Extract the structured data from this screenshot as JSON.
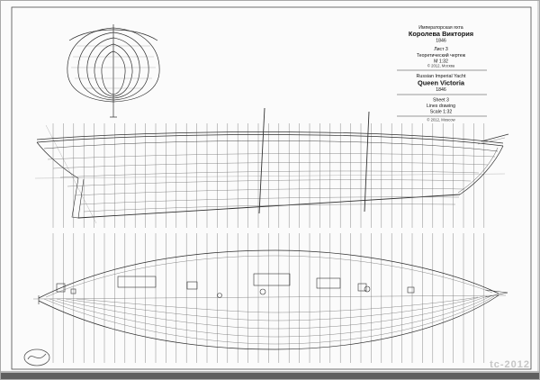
{
  "title_block": {
    "ru": {
      "type": "Императорская яхта",
      "name": "Королева Виктория",
      "year": "1846",
      "sheet": "Лист 3",
      "drawing": "Теоретический чертеж",
      "scale": "М 1:32",
      "copyright": "© 2012, Москва"
    },
    "en": {
      "type": "Russian Imperial Yacht",
      "name": "Queen Victoria",
      "year": "1846",
      "sheet": "Sheet 3",
      "drawing": "Lines drawing",
      "scale": "Scale 1:32",
      "copyright": "© 2012, Moscow"
    }
  },
  "watermark": "tc-2012",
  "colors": {
    "ink": "#2e2e2e",
    "station_line": "#7d7d7d",
    "watermark": "#c6c6c6",
    "paper": "#fbfbfb"
  }
}
